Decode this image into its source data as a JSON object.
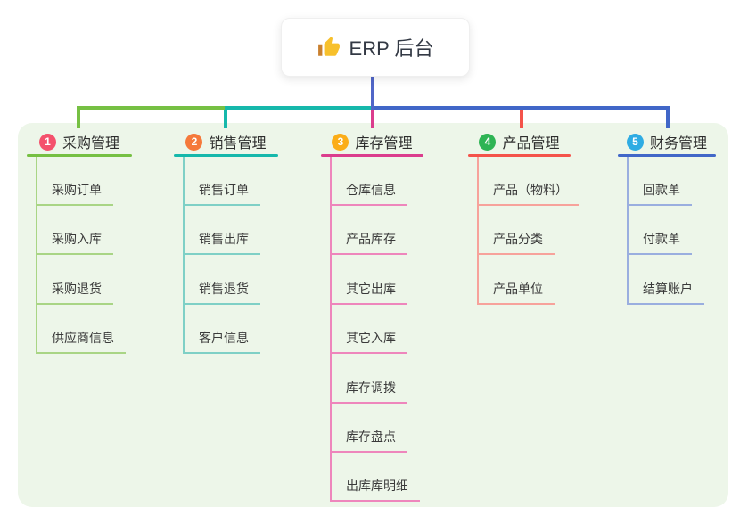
{
  "root": {
    "label": "ERP 后台",
    "icon": "thumbs-up-icon"
  },
  "branches": [
    {
      "index": "1",
      "title": "采购管理",
      "badge_color": "#F4516C",
      "line_color": "#76C043",
      "light_color": "#A9D585",
      "children": [
        "采购订单",
        "采购入库",
        "采购退货",
        "供应商信息"
      ]
    },
    {
      "index": "2",
      "title": "销售管理",
      "badge_color": "#F5793B",
      "line_color": "#16B8AB",
      "light_color": "#7FD0C6",
      "children": [
        "销售订单",
        "销售出库",
        "销售退货",
        "客户信息"
      ]
    },
    {
      "index": "3",
      "title": "库存管理",
      "badge_color": "#FBAD18",
      "line_color": "#DB3D8D",
      "light_color": "#EE86BC",
      "children": [
        "仓库信息",
        "产品库存",
        "其它出库",
        "其它入库",
        "库存调拨",
        "库存盘点",
        "出库库明细"
      ]
    },
    {
      "index": "4",
      "title": "产品管理",
      "badge_color": "#2EB454",
      "line_color": "#F4534A",
      "light_color": "#F7A29B",
      "children": [
        "产品（物料）",
        "产品分类",
        "产品单位"
      ]
    },
    {
      "index": "5",
      "title": "财务管理",
      "badge_color": "#2FACE3",
      "line_color": "#4167C8",
      "light_color": "#9AAEDF",
      "children": [
        "回款单",
        "付款单",
        "结算账户"
      ]
    }
  ],
  "connector_colors": {
    "root_line": "#5066C8",
    "bus_segments": [
      "#76C043",
      "#16B8AB",
      "#4167C8"
    ]
  },
  "colors": {
    "panel_background": "#EDF6E9",
    "page_background": "#FFFFFF",
    "root_text": "#333944",
    "header_text": "#2D2D2D",
    "child_text": "#3A3A3A"
  }
}
